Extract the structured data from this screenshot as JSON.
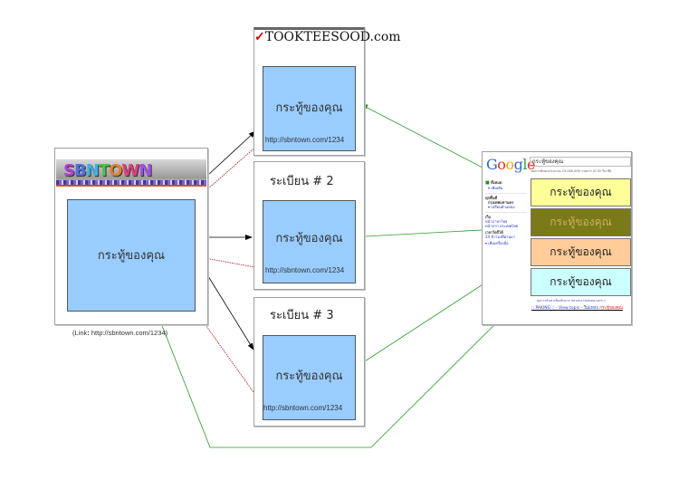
{
  "post_title": "กระทู้ของคุณ",
  "post_link": "http://sbntown.com/1234",
  "sites": {
    "tookteesood": {
      "check_icon": "check-icon",
      "name": "TOOKTEESOOD.com"
    },
    "site2": {
      "label": "ระเบียน # 2"
    },
    "site3": {
      "label": "ระเบียน # 3"
    },
    "sbntown": {
      "logo_text": "SBNTOWN",
      "caption_prefix": "(Link",
      "caption_sep": ": ",
      "caption_url": "http://sbntown.com/1234",
      "caption_suffix": ")"
    }
  },
  "google": {
    "logo": [
      "G",
      "o",
      "o",
      "g",
      "l",
      "e"
    ],
    "logo_colors": [
      "#3366cc",
      "#dd3322",
      "#eeaa00",
      "#3366cc",
      "#22aa44",
      "#dd3322"
    ],
    "query": "กระทู้ของคุณ",
    "result_stats": "ผลการค้นหาประมาณ 15,000,000 รายการ (0.32 วินาที)",
    "sidebar": {
      "item1": "ทั้งหมด",
      "item1_link": "▾ เพิ่มเติม",
      "item2": "ทุกพื้นที่",
      "item2b": "กรุงเทพมหานคร",
      "item2_link": "▾ เปลี่ยนตำแหน่ง",
      "item3": "เว็บ",
      "item3_link_a": "หน้าภาษาไทย",
      "item3_link_b": "หน้าจาก ประเทศไทย",
      "item4": "เวลาใดก็ได้",
      "item4_link": "24 ชั่วโมงที่ผ่านมา",
      "item5_link": "▾ เพิ่มเครื่องมือ"
    },
    "results": [
      {
        "title": "กระทู้ของคุณ",
        "bg": "#ffff99",
        "color": "#222222"
      },
      {
        "title": "กระทู้ของคุณ",
        "bg": "#7a7a18",
        "color": "#ccb060"
      },
      {
        "title": "กระทู้ของคุณ",
        "bg": "#ffcc99",
        "color": "#222222"
      },
      {
        "title": "กระทู้ของคุณ",
        "bg": "#ccffff",
        "color": "#222222"
      }
    ],
    "footer_url": "ผลการค้นหาเพิ่มเติมจาก forums.thaiseo.com »",
    "footer_link_a": ":: PAKING :: - View topic - ในแหล่ง",
    "footer_link_b": "กระทู้ของคุณ"
  },
  "colors": {
    "post_bg": "#99ccff",
    "forward_arrow": "#000000",
    "backlink_arrow": "#a01818",
    "search_arrow": "#2a9a2a"
  }
}
